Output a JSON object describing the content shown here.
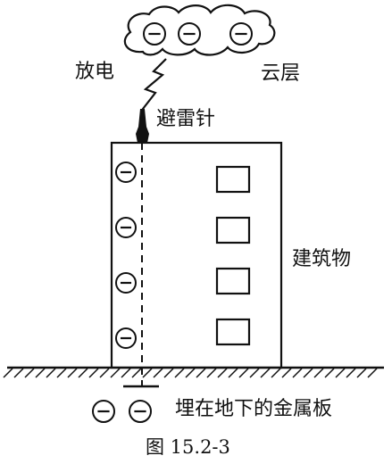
{
  "labels": {
    "discharge": "放电",
    "cloud_layer": "云层",
    "lightning_rod": "避雷针",
    "building": "建筑物",
    "buried_plate": "埋在地下的金属板",
    "caption": "图 15.2-3"
  },
  "charges": {
    "cloud_count": 3,
    "building_wall_count": 4,
    "ground_count": 2,
    "sign": "negative"
  },
  "building_windows": 4
}
